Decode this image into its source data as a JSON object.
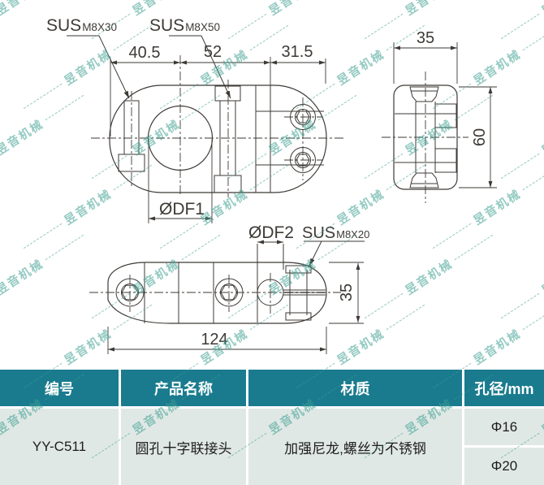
{
  "watermark": {
    "text": "昱音机械"
  },
  "drawing": {
    "labels": {
      "screw_front_left": {
        "sus": "SUS",
        "spec": "M8X30"
      },
      "screw_front_mid": {
        "sus": "SUS",
        "spec": "M8X50"
      },
      "screw_bottom": {
        "sus": "SUS",
        "spec": "M8X20"
      },
      "dia1": "ØDF1",
      "dia2": "ØDF2"
    },
    "dimensions": {
      "front_left": "40.5",
      "front_mid": "52",
      "front_right": "31.5",
      "side_width": "35",
      "side_height": "60",
      "bottom_length": "124",
      "bottom_height": "35"
    }
  },
  "table": {
    "headers": [
      "编号",
      "产品名称",
      "材质",
      "孔径/mm"
    ],
    "row": {
      "code": "YY-C511",
      "name": "圆孔十字联接头",
      "material": "加强尼龙,螺丝为不锈钢",
      "bores": [
        "Φ16",
        "Φ20"
      ]
    }
  },
  "colors": {
    "header_bg": "#1a7b8e",
    "body_bg": "#e0e8e5",
    "line": "#3e3a36",
    "watermark": "#3da092"
  }
}
